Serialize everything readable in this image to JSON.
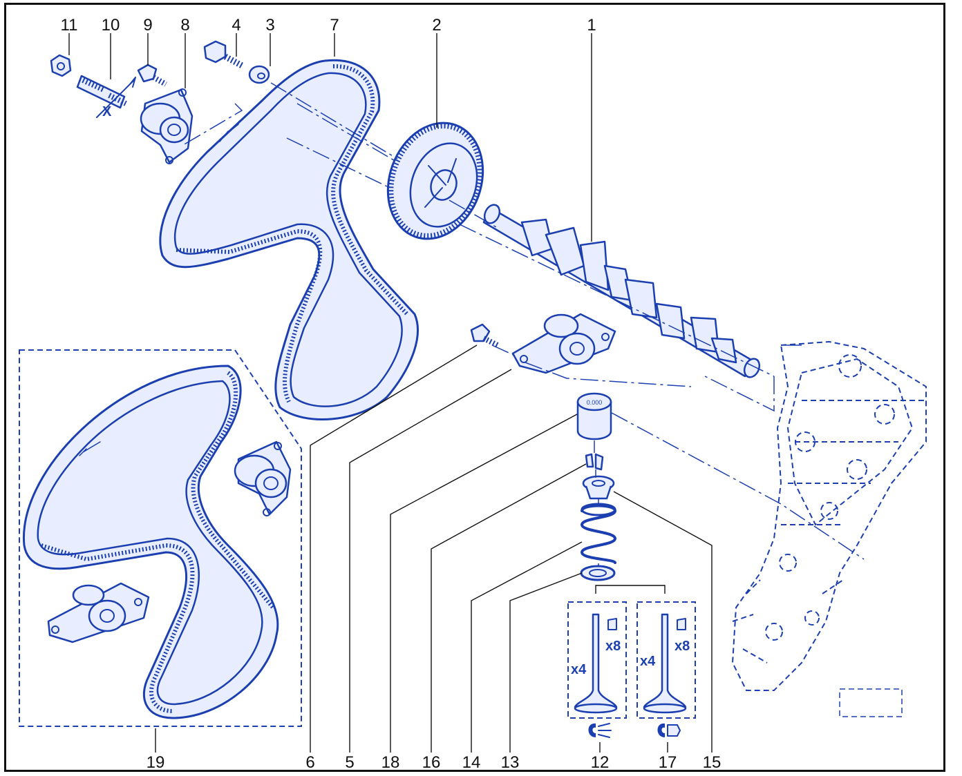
{
  "labels": {
    "p1": "1",
    "p2": "2",
    "p3": "3",
    "p4": "4",
    "p5": "5",
    "p6": "6",
    "p7": "7",
    "p8": "8",
    "p9": "9",
    "p10": "10",
    "p11": "11",
    "p12": "12",
    "p13": "13",
    "p14": "14",
    "p15": "15",
    "p16": "16",
    "p17": "17",
    "p18": "18",
    "p19": "19"
  },
  "dimension_mark": "X",
  "valve_group_a": {
    "valve_qty": "x4",
    "collet_qty": "x8"
  },
  "valve_group_b": {
    "valve_qty": "x4",
    "collet_qty": "x8"
  },
  "tappet_mark": "0.000",
  "colors": {
    "line_art": "#1b3fb0",
    "callouts": "#111111"
  }
}
